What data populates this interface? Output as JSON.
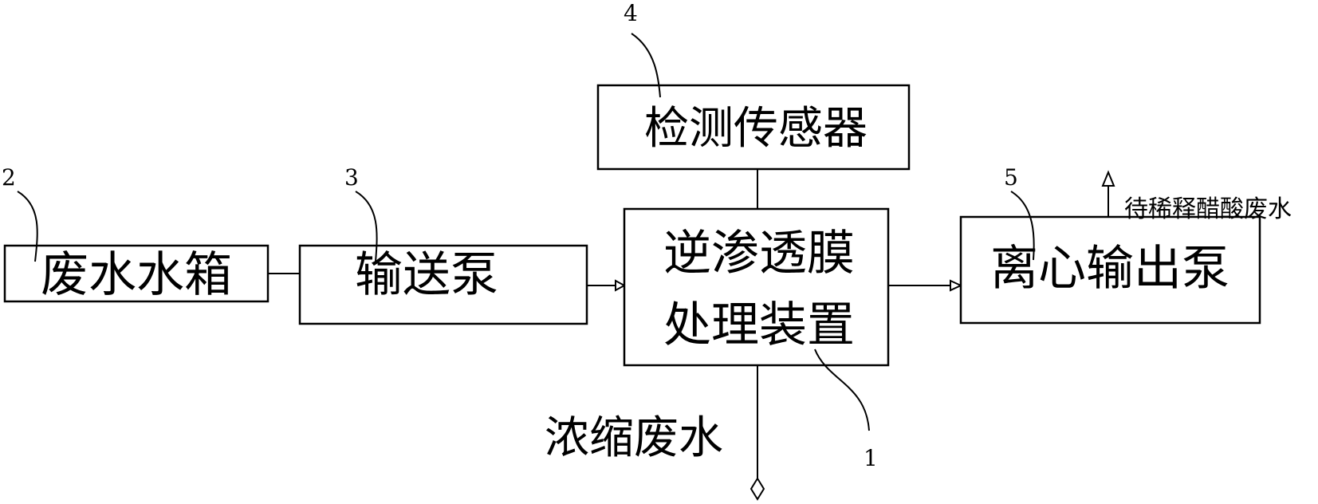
{
  "boxes": {
    "waste_tank": "废水水箱",
    "feed_pump": "输送泵",
    "ro_device_line1": "逆渗透膜",
    "ro_device_line2": "处理装置",
    "sensor": "检测传感器",
    "output_pump": "离心输出泵"
  },
  "annotations": {
    "concentrate": "浓缩废水",
    "dilute_output": "待稀释醋酸废水"
  },
  "reference_numbers": {
    "n1": "1",
    "n2": "2",
    "n3": "3",
    "n4": "4",
    "n5": "5"
  }
}
